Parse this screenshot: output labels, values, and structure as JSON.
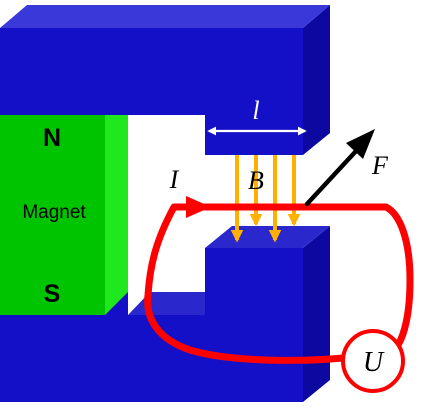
{
  "labels": {
    "north_pole": "N",
    "south_pole": "S",
    "magnet": "Magnet",
    "length": "l",
    "field": "B",
    "current": "I",
    "force": "F",
    "voltage_source": "U"
  },
  "colors": {
    "yoke_front": "#1410c8",
    "yoke_side": "#0c08a0",
    "yoke_top": "#3a38d8",
    "magnet_green": "#00c400",
    "magnet_green_light": "#1fe81f",
    "wire_red": "#ff0000",
    "field_arrow": "#ffb000",
    "length_arrow": "#ffffff",
    "force_arrow": "#000000"
  }
}
